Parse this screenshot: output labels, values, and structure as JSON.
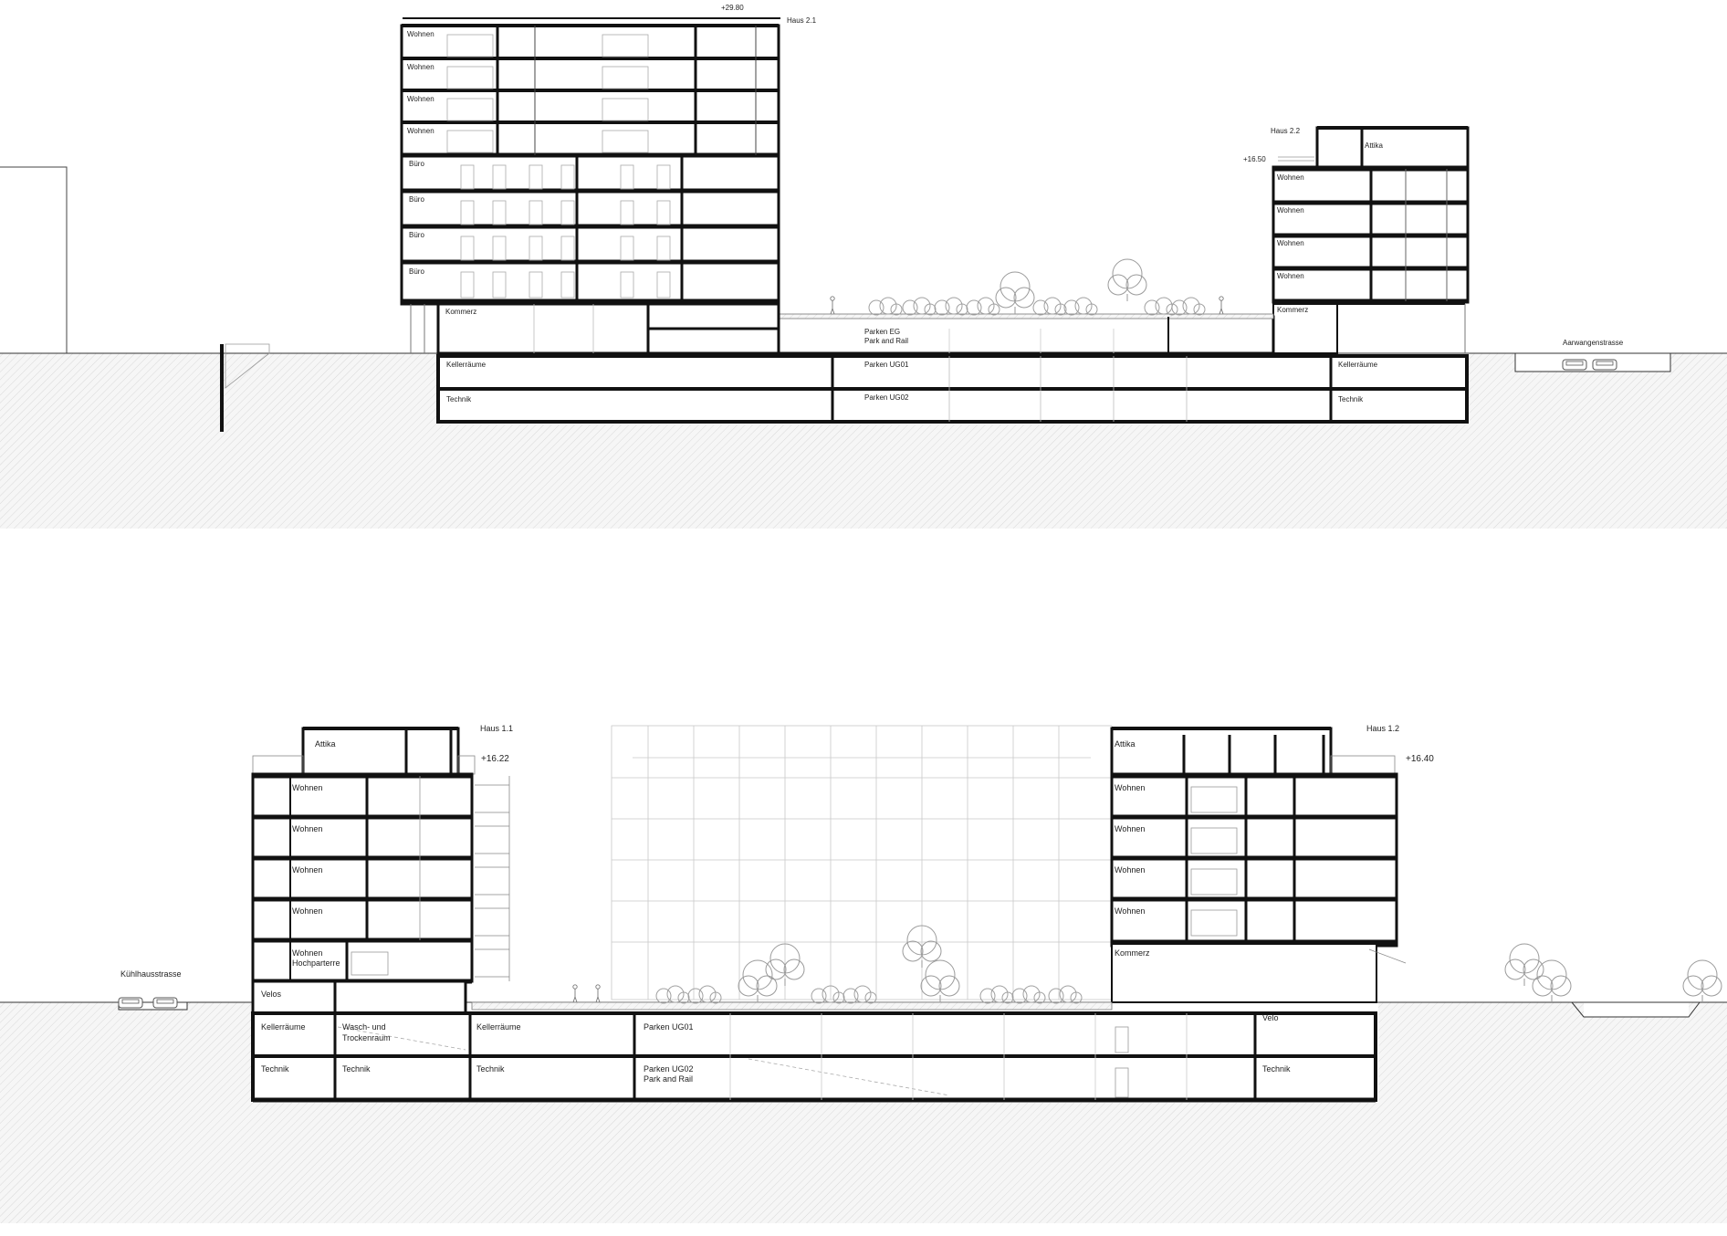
{
  "upper_section": {
    "house_left": {
      "name": "Haus 2.1",
      "level": "+29.80",
      "floors": [
        "Wohnen",
        "Wohnen",
        "Wohnen",
        "Wohnen",
        "Büro",
        "Büro",
        "Büro",
        "Büro"
      ],
      "ground": "Kommerz"
    },
    "house_right": {
      "name": "Haus 2.2",
      "level": "+16.50",
      "attic": "Attika",
      "floors": [
        "Wohnen",
        "Wohnen",
        "Wohnen",
        "Wohnen"
      ],
      "ground": "Kommerz"
    },
    "parking_eg": {
      "line1": "Parken EG",
      "line2": "Park and Rail"
    },
    "basement": {
      "left_ug1": "Kellerräume",
      "left_ug2": "Technik",
      "center_ug1": "Parken UG01",
      "center_ug2": "Parken UG02",
      "right_ug1": "Kellerräume",
      "right_ug2": "Technik"
    },
    "street": "Aarwangenstrasse"
  },
  "lower_section": {
    "house_left": {
      "name": "Haus 1.1",
      "level": "+16.22",
      "attic": "Attika",
      "floors": [
        "Wohnen",
        "Wohnen",
        "Wohnen",
        "Wohnen"
      ],
      "hochparterre": {
        "line1": "Wohnen",
        "line2": "Hochparterre"
      },
      "velo": "Velos"
    },
    "house_right": {
      "name": "Haus 1.2",
      "level": "+16.40",
      "attic": "Attika",
      "floors": [
        "Wohnen",
        "Wohnen",
        "Wohnen",
        "Wohnen"
      ],
      "ground": "Kommerz"
    },
    "basement": {
      "keller_left": "Kellerräume",
      "wasch": {
        "line1": "Wasch- und",
        "line2": "Trockenraum"
      },
      "keller_mid": "Kellerräume",
      "technik1": "Technik",
      "technik2": "Technik",
      "technik3": "Technik",
      "parken_ug01": "Parken UG01",
      "parken_ug02": {
        "line1": "Parken UG02",
        "line2": "Park and Rail"
      },
      "velo": "Velo",
      "technik_right": "Technik"
    },
    "street": "Kühlhausstrasse"
  }
}
